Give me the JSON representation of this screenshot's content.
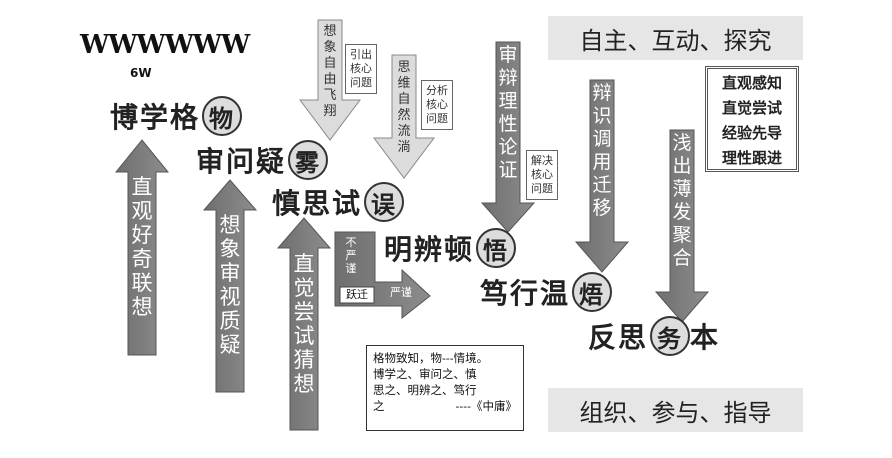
{
  "header": {
    "title": "WWWWWW",
    "subtitle": "6W"
  },
  "boxes": {
    "top_right": "自主、互动、探究",
    "bottom_right": "组织、参与、指导"
  },
  "steps": [
    {
      "text": "博学格",
      "circled": "物"
    },
    {
      "text": "审问疑",
      "circled": "雾"
    },
    {
      "text": "慎思试",
      "circled": "误"
    },
    {
      "text": "明辨顿",
      "circled": "悟"
    },
    {
      "text": "笃行温",
      "circled": "焐"
    },
    {
      "text": "反思",
      "circled": "务",
      "after": "本"
    }
  ],
  "arrows": {
    "up1": "直观好奇联想",
    "up2": "想象审视质疑",
    "up3": "直觉尝试猜想",
    "down1": "想象自由飞翔",
    "down1_note": "引出核心问题",
    "down2": "思维自然流淌",
    "down2_note": "分析核心问题",
    "down3": "审辩理性论证",
    "down3_note": "解决核心问题",
    "down4": "辩识调用迁移",
    "down5": "浅出薄发聚合",
    "leap_top": "不严谨",
    "leap_label": "跃迁",
    "leap_right": "严谨"
  },
  "methods": [
    "直观感知",
    "直觉尝试",
    "经验先导",
    "理性跟进"
  ],
  "quote": {
    "line1": "格物致知，物---情境。",
    "line2": "博学之、审问之、慎",
    "line3": "思之、明辨之、笃行",
    "line4": "之",
    "source": "----《中庸》"
  }
}
